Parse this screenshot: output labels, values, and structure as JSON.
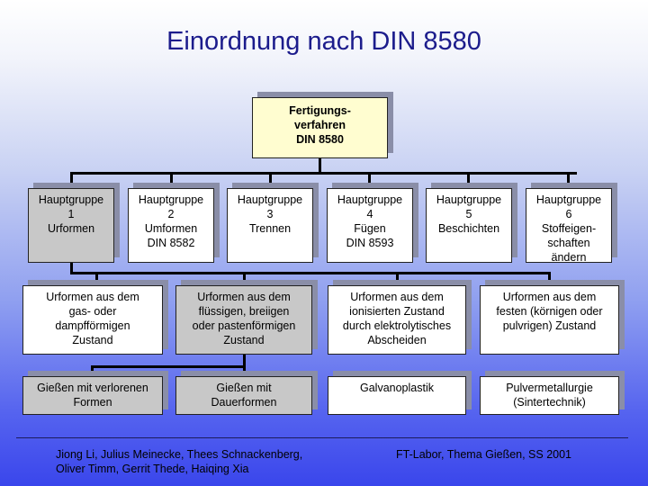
{
  "title": "Einordnung nach DIN 8580",
  "root": "Fertigungs-\nverfahren\nDIN 8580",
  "groups": [
    "Hauptgruppe\n1\nUrformen",
    "Hauptgruppe\n2\nUmformen\nDIN 8582",
    "Hauptgruppe\n3\nTrennen",
    "Hauptgruppe\n4\nFügen\nDIN 8593",
    "Hauptgruppe\n5\nBeschichten",
    "Hauptgruppe\n6\nStoffeigen-\nschaften\nändern"
  ],
  "urformen": [
    "Urformen aus dem\ngas- oder\ndampfförmigen\nZustand",
    "Urformen aus dem\nflüssigen, breiigen\noder pastenförmigen\nZustand",
    "Urformen aus dem\nionisierten Zustand\ndurch elektrolytisches\nAbscheiden",
    "Urformen aus dem\nfesten (körnigen oder\npulvrigen) Zustand"
  ],
  "processes": [
    "Gießen mit verlorenen\nFormen",
    "Gießen mit\nDauerformen",
    "Galvanoplastik",
    "Pulvermetallurgie\n(Sintertechnik)"
  ],
  "footer": {
    "authors": "Jiong Li, Julius Meinecke, Thees Schnackenberg,\nOliver Timm, Gerrit Thede, Haiqing Xia",
    "course": "FT-Labor, Thema Gießen, SS 2001"
  },
  "colors": {
    "title": "#1c1c8c",
    "root_fill": "#fffdd0",
    "highlight_fill": "#c8c8c8",
    "box_fill": "#ffffff"
  }
}
